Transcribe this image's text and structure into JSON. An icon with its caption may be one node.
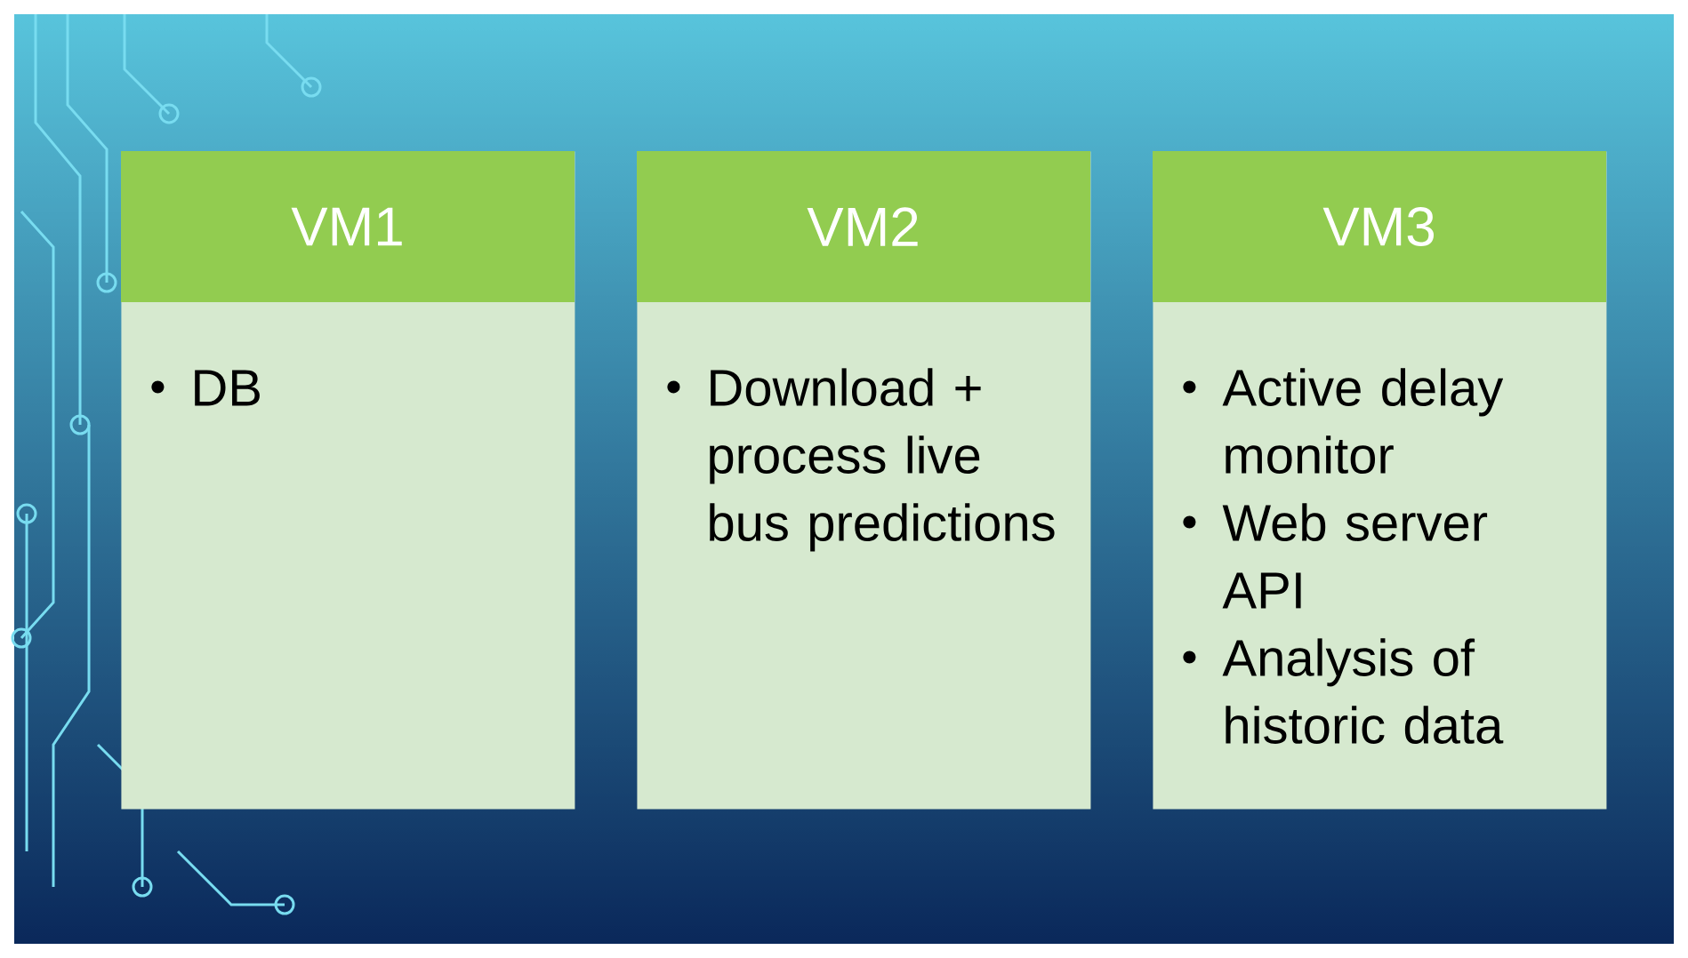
{
  "diagram": {
    "nodes": [
      {
        "text": [
          "VM1",
          "DB"
        ]
      },
      {
        "text": [
          "VM2",
          "Download + process live bus predictions"
        ]
      },
      {
        "text": [
          "VM3",
          "Active delay monitor",
          "Web server API",
          "Analysis of historic data"
        ]
      }
    ]
  }
}
